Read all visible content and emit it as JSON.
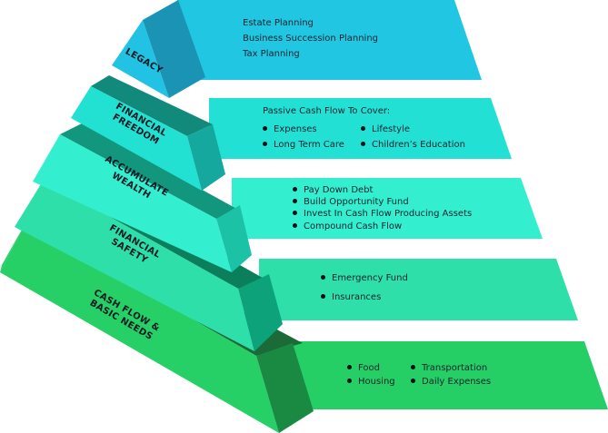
{
  "title": "Financial Pyramid",
  "levels": [
    {
      "id": "legacy",
      "label_lines": [
        "LEGACY"
      ],
      "items": [
        "Estate Planning",
        "Business Succession Planning",
        "Tax Planning"
      ],
      "colors": {
        "banner": "#21c6e3",
        "front": "#22c2e4",
        "side": "#1a93b4",
        "top": "#21c6e3"
      }
    },
    {
      "id": "financial-freedom",
      "label_lines": [
        "FINANCIAL",
        "FREEDOM"
      ],
      "heading": "Passive Cash Flow To Cover:",
      "items": [
        "Expenses",
        "Lifestyle",
        "Long Term Care",
        "Children’s Education"
      ],
      "colors": {
        "banner": "#22e1d4",
        "front": "#22e0d2",
        "side": "#14a89e",
        "top": "#118a7c"
      }
    },
    {
      "id": "accumulate-wealth",
      "label_lines": [
        "ACCUMULATE",
        "WEALTH"
      ],
      "items": [
        "Pay Down Debt",
        "Build Opportunity Fund",
        "Invest In Cash Flow Producing Assets",
        "Compound Cash Flow"
      ],
      "colors": {
        "banner": "#33efcf",
        "front": "#34efcf",
        "side": "#1cc2a6",
        "top": "#12977e"
      }
    },
    {
      "id": "financial-safety",
      "label_lines": [
        "FINANCIAL",
        "SAFETY"
      ],
      "items": [
        "Emergency Fund",
        "Insurances"
      ],
      "colors": {
        "banner": "#2edfaa",
        "front": "#2fdfaa",
        "side": "#0ea27a",
        "top": "#0b7e5c"
      }
    },
    {
      "id": "cash-flow-basic-needs",
      "label_lines": [
        "CASH FLOW &",
        "BASIC NEEDS"
      ],
      "items": [
        "Food",
        "Transportation",
        "Housing",
        "Daily Expenses"
      ],
      "colors": {
        "banner": "#26ce66",
        "front": "#27cf67",
        "side": "#1a8a43",
        "top": "#1a6b37"
      }
    }
  ]
}
